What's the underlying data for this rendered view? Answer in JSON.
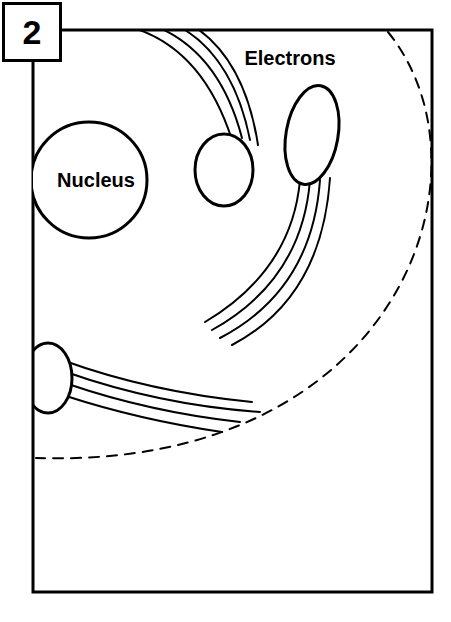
{
  "diagram": {
    "nodes": [
      {
        "text": [
          "2"
        ]
      },
      {
        "text": [
          "Nucleus"
        ]
      }
    ],
    "labels": [
      "Electrons"
    ]
  }
}
